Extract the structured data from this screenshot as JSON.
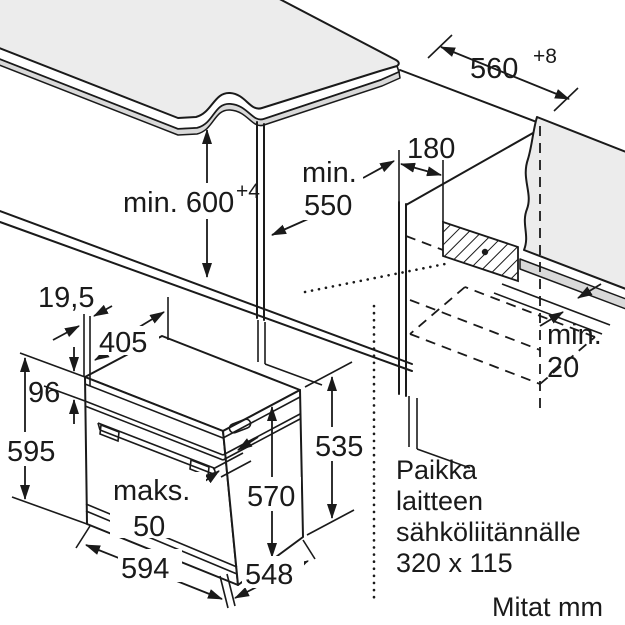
{
  "drawing": {
    "kind": "built-in oven installation diagram",
    "units_note": "Mitat mm",
    "colors": {
      "line": "#1a1a1a",
      "surface_gray": "#ececec",
      "edge_band_gray": "#d9d9d9",
      "background": "#ffffff"
    }
  },
  "dimensions": {
    "niche_height": {
      "label": "min. 600",
      "tolerance": "+4"
    },
    "niche_depth": {
      "line1": "min.",
      "line2": "550"
    },
    "connection_offset": {
      "label": "180"
    },
    "niche_width": {
      "label": "560",
      "tolerance": "+8"
    },
    "rear_gap": {
      "line1": "min.",
      "line2": "20"
    },
    "panel_lip": {
      "label": "19,5"
    },
    "top_depth": {
      "label": "405"
    },
    "panel_height": {
      "label": "96"
    },
    "oven_height": {
      "label": "595"
    },
    "door_protrusion": {
      "line1": "maks.",
      "line2": "50"
    },
    "body_rear_height": {
      "label": "535"
    },
    "body_height": {
      "label": "570"
    },
    "oven_width": {
      "label": "594"
    },
    "oven_depth": {
      "label": "548"
    }
  },
  "annotations": {
    "electrical": {
      "line1": "Paikka",
      "line2": "laitteen",
      "line3": "sähköliitännälle",
      "line4": "320 x 115"
    }
  }
}
